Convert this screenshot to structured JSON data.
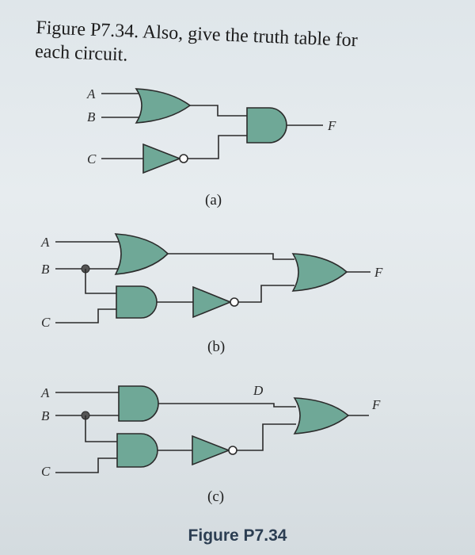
{
  "problem": {
    "line1": "Figure P7.34. Also, give the truth table for",
    "line2": "each circuit."
  },
  "circuits": {
    "a": {
      "label_a": "A",
      "label_b": "B",
      "label_c": "C",
      "output": "F",
      "caption": "(a)"
    },
    "b": {
      "label_a": "A",
      "label_b": "B",
      "label_c": "C",
      "output": "F",
      "caption": "(b)"
    },
    "c": {
      "label_a": "A",
      "label_b": "B",
      "label_c": "C",
      "output": "F",
      "intermediate": "D",
      "caption": "(c)"
    }
  },
  "figure_caption": "Figure P7.34",
  "colors": {
    "gate_fill": "#6fa897",
    "caption_color": "#2c3e52",
    "page": "#e3e9ec"
  }
}
